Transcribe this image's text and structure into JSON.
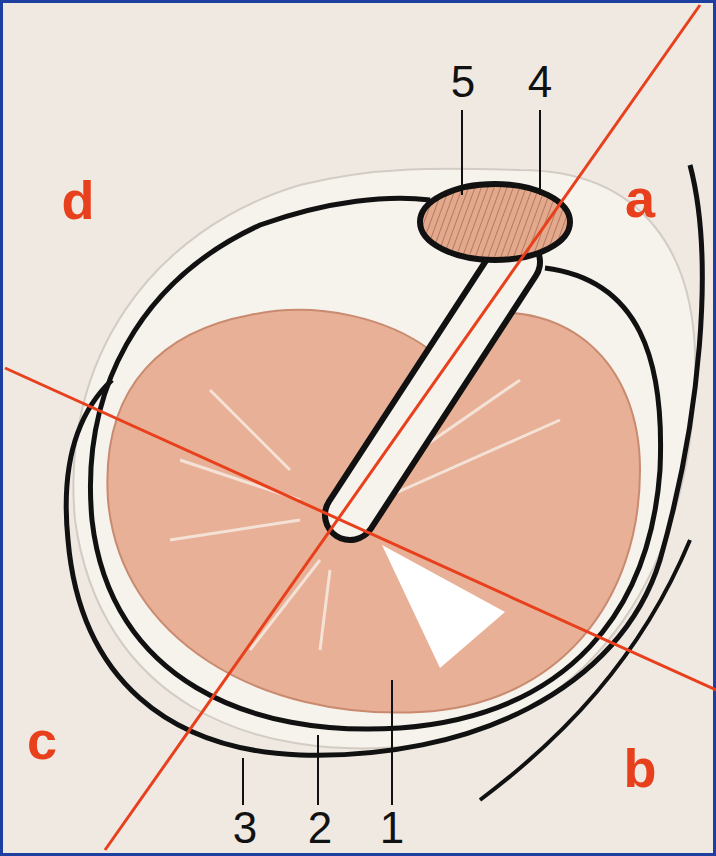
{
  "diagram": {
    "labels": [
      "5",
      "4",
      "d",
      "a",
      "c",
      "b",
      "3",
      "2",
      "1"
    ]
  }
}
